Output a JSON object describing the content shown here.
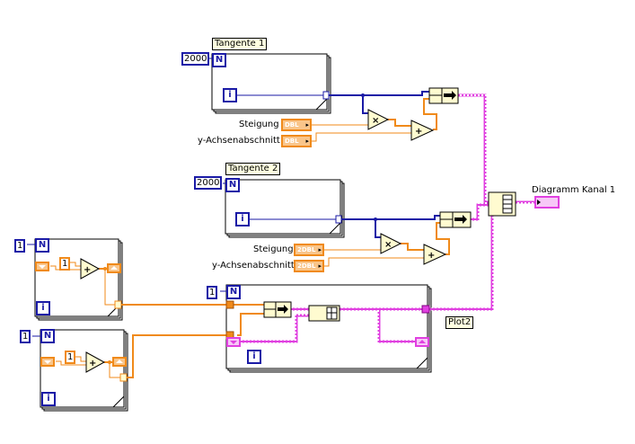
{
  "diagram": {
    "loops": {
      "tangente1": {
        "caption": "Tangente 1",
        "count": "2000",
        "n_label": "N",
        "i_label": "i"
      },
      "tangente2": {
        "caption": "Tangente 2",
        "count": "2000",
        "n_label": "N",
        "i_label": "i"
      },
      "counter1": {
        "count": "1",
        "n_label": "N",
        "i_label": "i",
        "const": "1"
      },
      "counter2": {
        "count": "1",
        "n_label": "N",
        "i_label": "i",
        "const": "1"
      },
      "plot2loop": {
        "count": "1",
        "n_label": "N",
        "i_label": "i"
      }
    },
    "controls": {
      "steigung1": {
        "label": "Steigung",
        "type": "DBL"
      },
      "achsen1": {
        "label": "y-Achsenabschnitt",
        "type": "DBL"
      },
      "steigung2": {
        "label": "Steigung",
        "type": "DBL",
        "prefix": "2"
      },
      "achsen2": {
        "label": "y-Achsenabschnitt",
        "type": "DBL",
        "prefix": "2"
      }
    },
    "indicators": {
      "graph": {
        "label": "Diagramm Kanal 1"
      },
      "plot2": {
        "label": "Plot2"
      }
    },
    "operators": {
      "multiply": "×",
      "add": "+"
    },
    "colors": {
      "int_wire": "#1a1aa6",
      "dbl_wire": "#f08a1a",
      "cluster_wire": "#e040e0",
      "node_fill": "#fffbd0"
    }
  }
}
